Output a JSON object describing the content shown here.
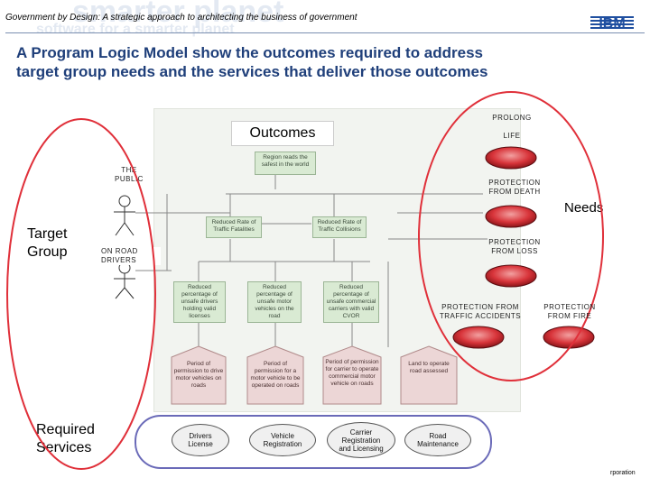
{
  "header": {
    "subtitle": "Government by Design: A strategic approach to architecting the business of government",
    "watermark_1": "smarter planet",
    "watermark_2": "software for a smarter planet",
    "brand": "IBM"
  },
  "title": {
    "line1": "A Program Logic Model show the outcomes required to address",
    "line2": "target group needs and the services that deliver those outcomes"
  },
  "labels": {
    "outcomes": "Outcomes",
    "target_line1": "Target",
    "target_line2": "Group",
    "needs": "Needs",
    "services_line1": "Required",
    "services_line2": "Services",
    "the_public_line1": "THE",
    "the_public_line2": "PUBLIC",
    "drivers_line1": "ON ROAD",
    "drivers_line2": "DRIVERS"
  },
  "needs_items": {
    "prolong_line1": "PROLONG",
    "prolong_line2": "LIFE",
    "death_line1": "PROTECTION",
    "death_line2": "FROM DEATH",
    "loss_line1": "PROTECTION",
    "loss_line2": "FROM LOSS",
    "traffic_line1": "PROTECTION FROM",
    "traffic_line2": "TRAFFIC ACCIDENTS",
    "fire_line1": "PROTECTION",
    "fire_line2": "FROM FIRE"
  },
  "outcome_boxes": {
    "top": "Region reads the safest in the world",
    "fatalities": "Reduced Rate of Traffic Fatalities",
    "collisions": "Reduced Rate of Traffic Collisions",
    "unsafe_drivers": "Reduced percentage of unsafe drivers holding valid licenses",
    "unsafe_vehicles": "Reduced percentage of unsafe motor vehicles on the road",
    "unsafe_carriers": "Reduced percentage of unsafe commercial carriers with valid CVOR"
  },
  "permission_boxes": {
    "drive": "Period of permission to drive motor vehicles on roads",
    "vehicle": "Period of permission for a motor vehicle to be operated on roads",
    "carrier": "Period of permission for carrier to operate commercial motor vehicle on roads",
    "road": "Land to operate road assessed"
  },
  "services": {
    "drivers_line1": "Drivers",
    "drivers_line2": "License",
    "vehicle_line1": "Vehicle",
    "vehicle_line2": "Registration",
    "carrier_line1": "Carrier",
    "carrier_line2": "Registration",
    "carrier_line3": "and Licensing",
    "road_line1": "Road",
    "road_line2": "Maintenance"
  },
  "footer": "rporation",
  "colors": {
    "title": "#1f3f7a",
    "highlight_red": "#e0303a",
    "outcome_green": "#d9ead3",
    "permission_pink": "#ecd6d6"
  }
}
